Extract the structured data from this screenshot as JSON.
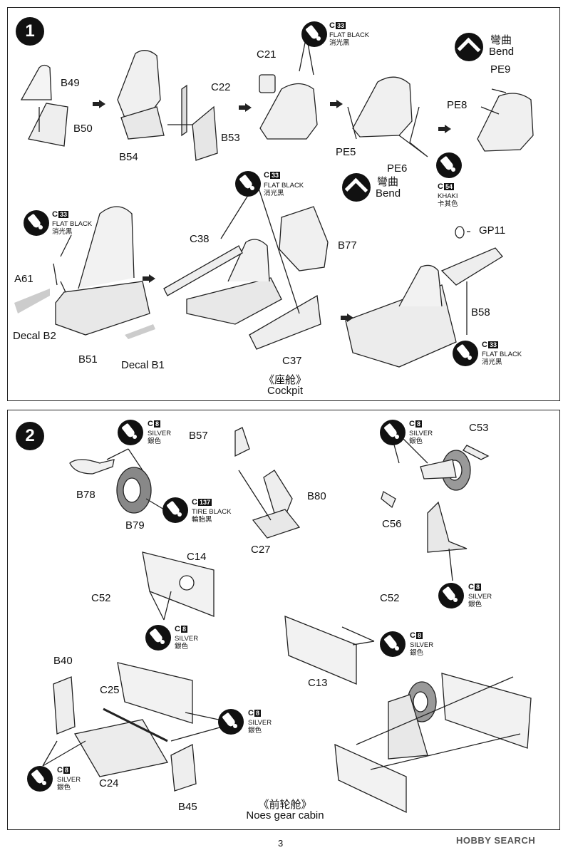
{
  "steps": [
    {
      "number": "1",
      "caption_cn": "《座舱》",
      "caption_en": "Cockpit",
      "parts": [
        "B49",
        "B50",
        "B54",
        "C22",
        "B53",
        "C21",
        "PE5",
        "PE6",
        "PE8",
        "PE9",
        "A61",
        "Decal B2",
        "B51",
        "Decal B1",
        "C38",
        "B77",
        "C37",
        "GP11",
        "B58"
      ],
      "paints": [
        {
          "code": "C",
          "num": "33",
          "en": "FLAT BLACK",
          "cn": "消光黑"
        },
        {
          "code": "C",
          "num": "54",
          "en": "KHAKI",
          "cn": "卡其色"
        }
      ],
      "bend": {
        "cn": "彎曲",
        "en": "Bend"
      }
    },
    {
      "number": "2",
      "caption_cn": "《前轮舱》",
      "caption_en": "Noes gear cabin",
      "parts": [
        "B57",
        "B78",
        "B80",
        "B79",
        "C27",
        "C53",
        "C56",
        "C14",
        "C52",
        "C13",
        "B40",
        "C25",
        "C24",
        "B45"
      ],
      "paints": [
        {
          "code": "C",
          "num": "8",
          "en": "SILVER",
          "cn": "銀色"
        },
        {
          "code": "C",
          "num": "137",
          "en": "TIRE BLACK",
          "cn": "輪胎黑"
        }
      ]
    }
  ],
  "page_number": "3",
  "watermark": "HOBBY SEARCH"
}
